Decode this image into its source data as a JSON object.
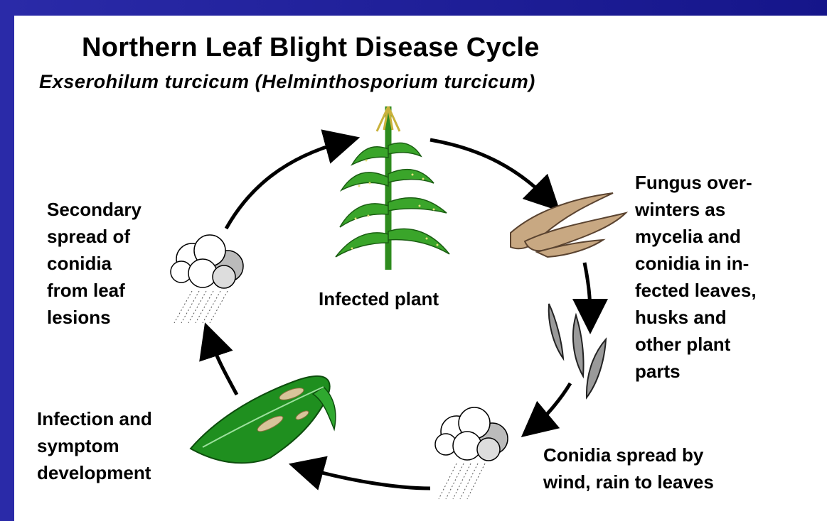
{
  "title": "Northern Leaf Blight Disease Cycle",
  "subtitle": "Exserohilum turcicum (Helminthosporium turcicum)",
  "stages": {
    "infected_plant": "Infected plant",
    "overwinter": "Fungus over-\nwinters as\nmycelia and\nconidia in in-\nfected leaves,\nhusks and\nother plant\nparts",
    "spread": "Conidia spread by\nwind, rain to leaves",
    "infection": "Infection and\nsymptom\ndevelopment",
    "secondary": "Secondary\nspread of\nconidia\nfrom leaf\nlesions"
  },
  "colors": {
    "background_border": "#1a1a8c",
    "panel": "#ffffff",
    "plant_green": "#2e8b1e",
    "dead_leaf": "#c8a882",
    "leaf_green": "#1f8f1f",
    "lesion": "#d8c49a",
    "conidia": "#9a9a9a",
    "arrow": "#000000"
  },
  "icons": [
    "corn-plant-icon",
    "dead-leaves-icon",
    "conidia-spores-icon",
    "rain-cloud-icon",
    "infected-leaf-icon",
    "rain-cloud-icon"
  ]
}
